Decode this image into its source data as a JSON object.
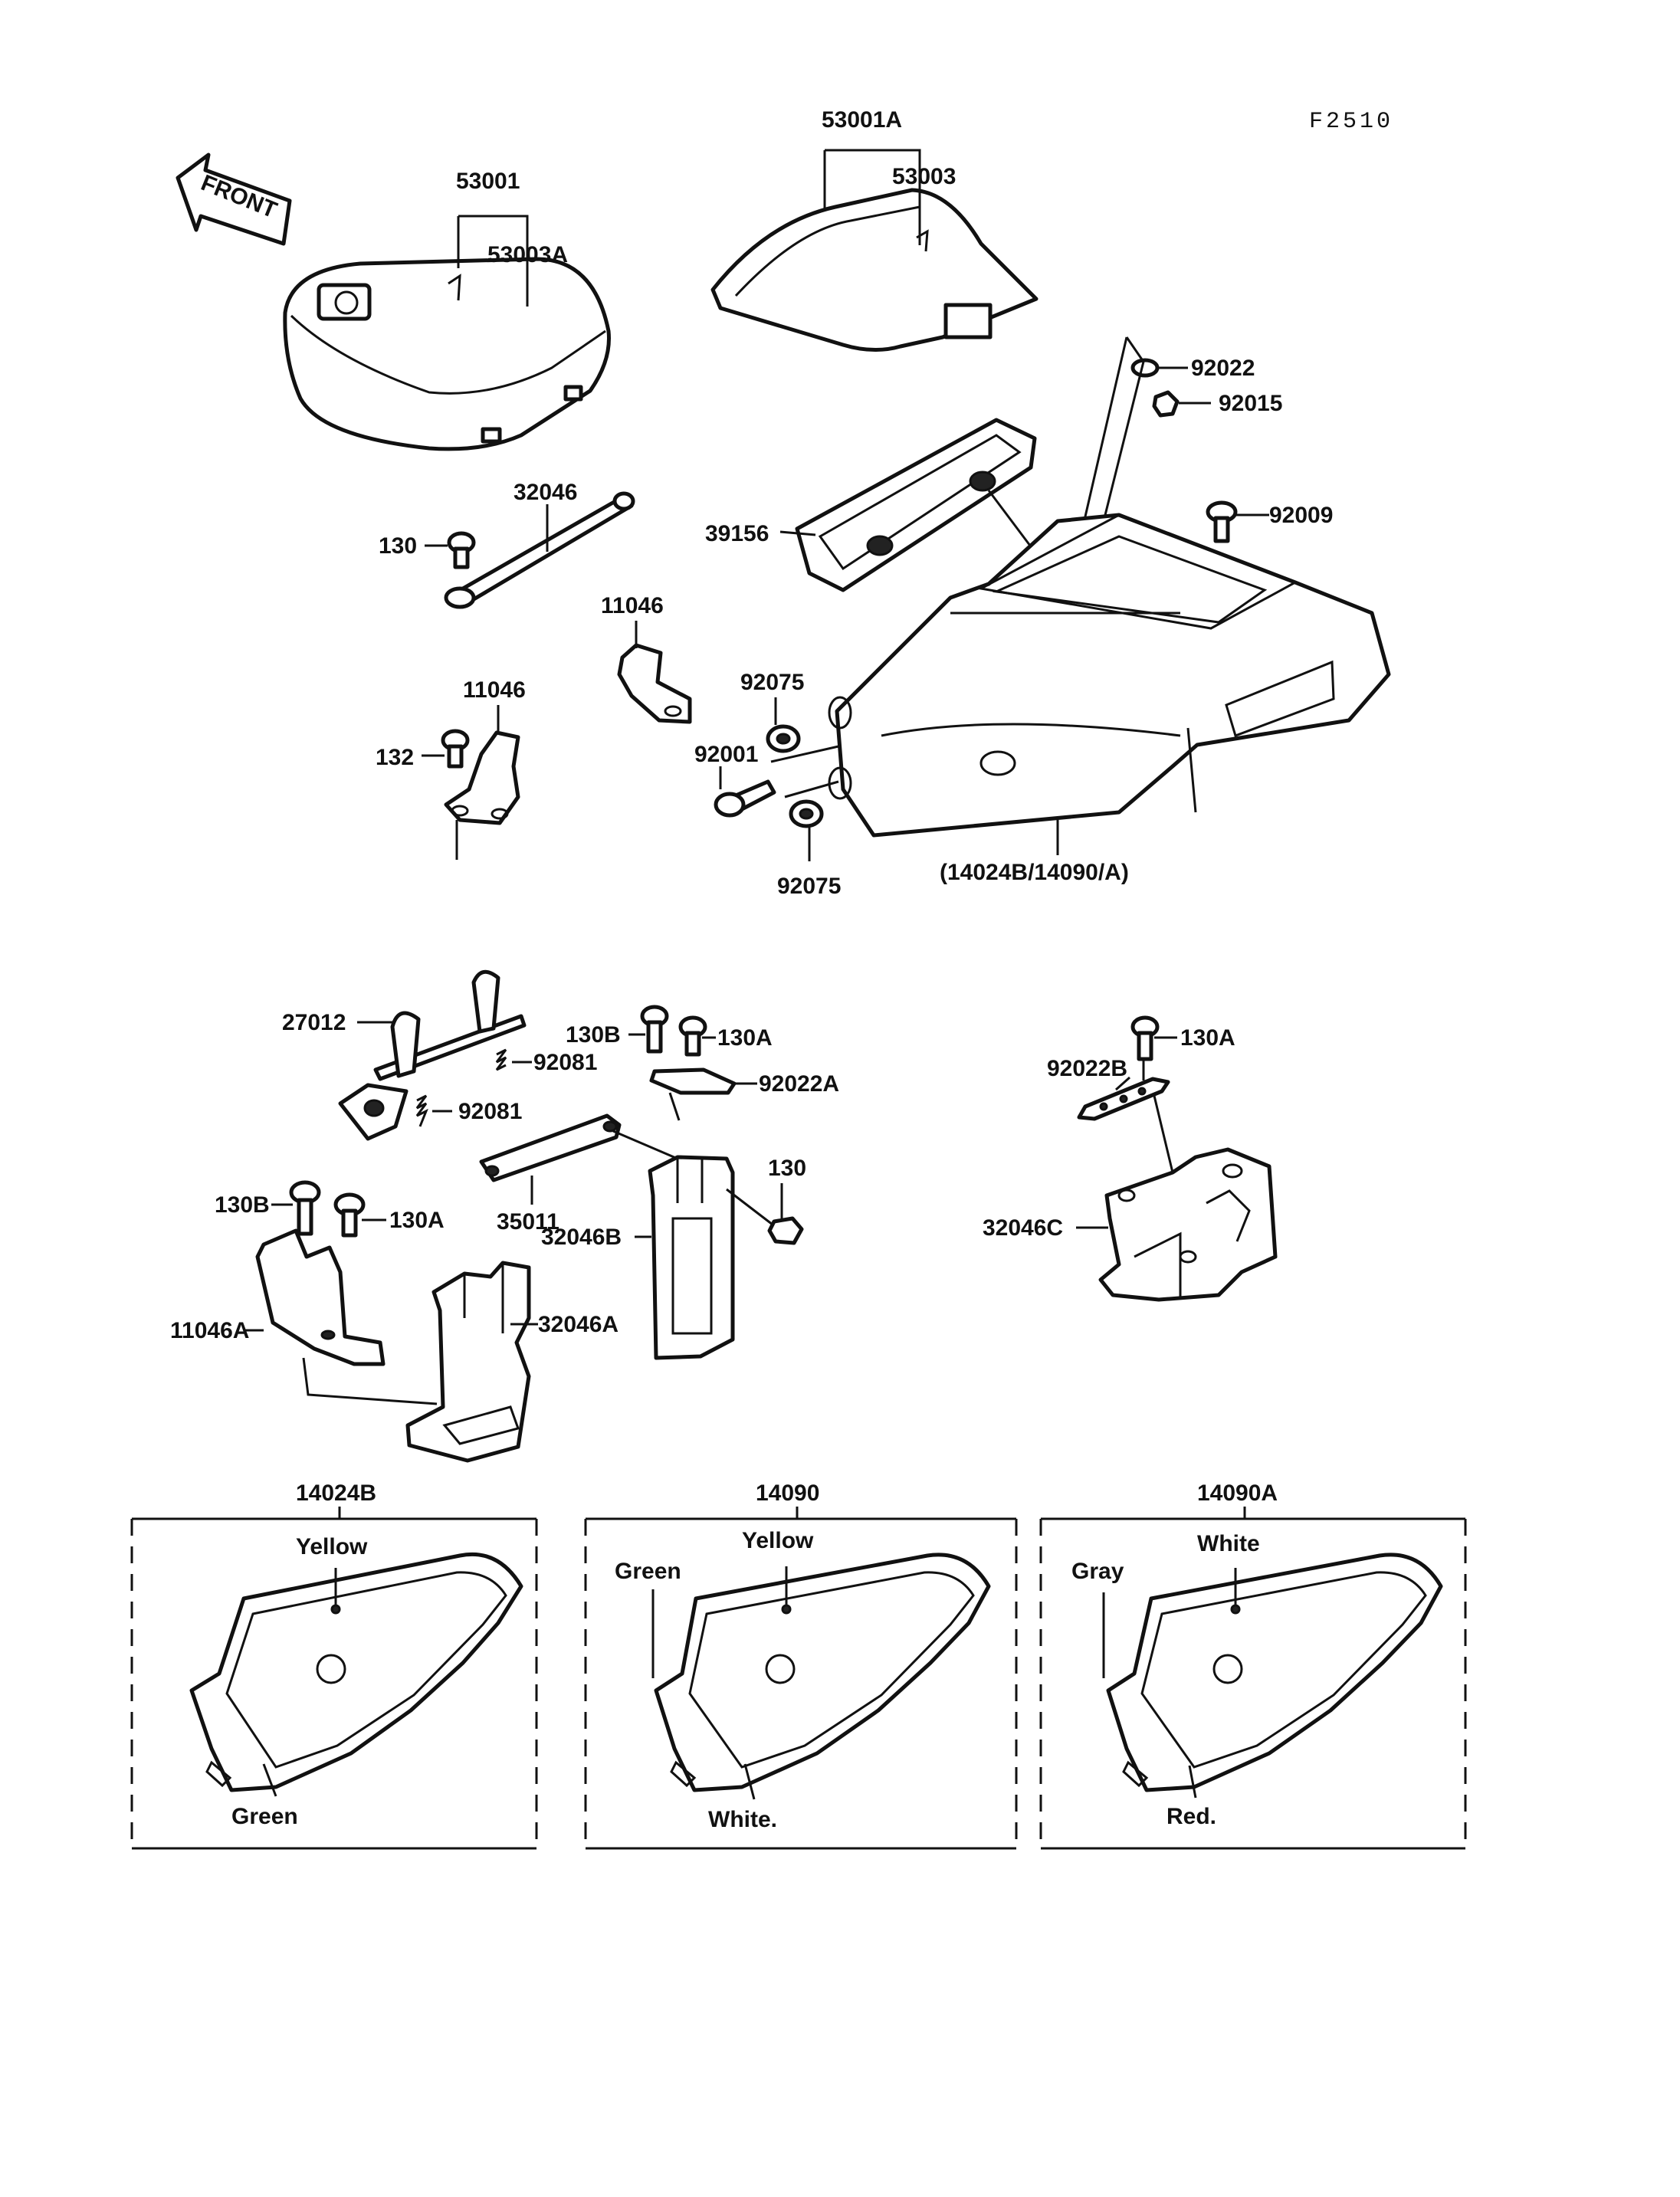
{
  "figure_code": "F2510",
  "front_arrow_label": "FRONT",
  "parts": {
    "p53001": "53001",
    "p53003A": "53003A",
    "p53001A": "53001A",
    "p53003": "53003",
    "p92022": "92022",
    "p92015": "92015",
    "p92009": "92009",
    "p39156": "39156",
    "p32046": "32046",
    "p130_top": "130",
    "p11046_a": "11046",
    "p11046_b": "11046",
    "p132": "132",
    "p92075_top": "92075",
    "p92001": "92001",
    "p92075_bottom": "92075",
    "p_cover_ref": "(14024B/14090/A)",
    "p27012": "27012",
    "p92081_a": "92081",
    "p92081_b": "92081",
    "p130B_a": "130B",
    "p130A_a": "130A",
    "p92022A": "92022A",
    "p130_mid": "130",
    "p35011": "35011",
    "p32046B": "32046B",
    "p130A_b": "130A",
    "p92022B": "92022B",
    "p32046C": "32046C",
    "p130B_b": "130B",
    "p130A_c": "130A",
    "p11046A": "11046A",
    "p32046A": "32046A"
  },
  "variants": [
    {
      "code": "14024B",
      "colors": {
        "top": "Yellow",
        "bottom": "Green"
      }
    },
    {
      "code": "14090",
      "colors": {
        "side": "Green",
        "top": "Yellow",
        "bottom": "White."
      }
    },
    {
      "code": "14090A",
      "colors": {
        "side": "Gray",
        "top": "White",
        "bottom": "Red."
      }
    }
  ]
}
